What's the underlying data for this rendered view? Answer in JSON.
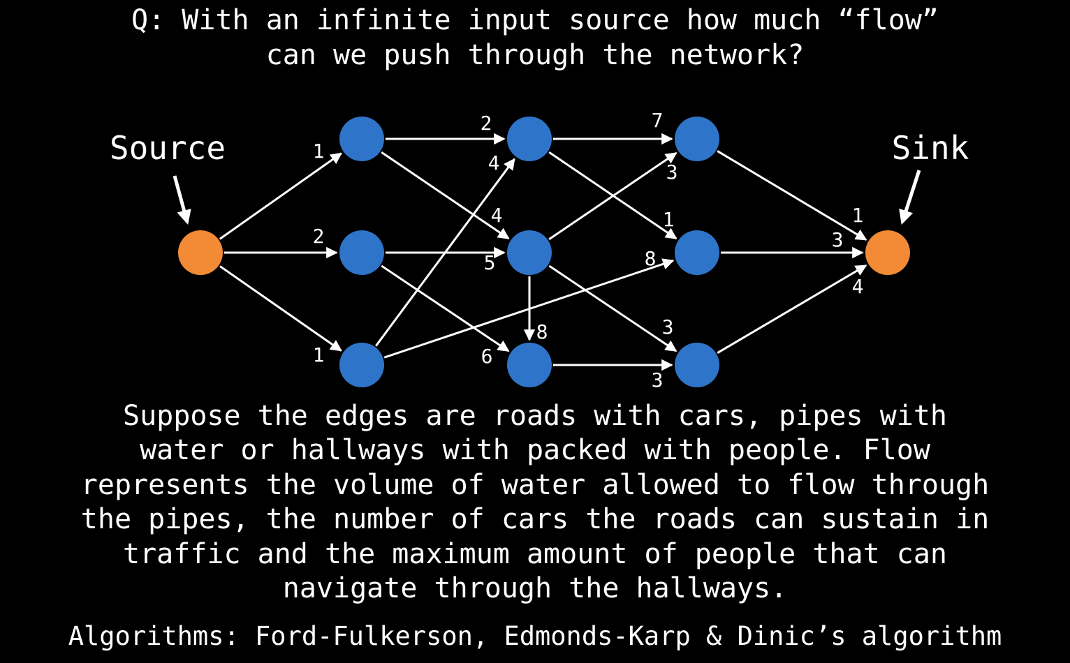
{
  "question": {
    "line1": "Q: With an infinite input source how much “flow”",
    "line2": "can we push through the network?"
  },
  "diagram": {
    "source_label": "Source",
    "sink_label": "Sink",
    "colors": {
      "terminal": "#F28A36",
      "node": "#2E74C9",
      "edge": "#FFFFFF",
      "background": "#000000"
    },
    "nodes": [
      {
        "id": "s",
        "kind": "terminal"
      },
      {
        "id": "a1",
        "kind": "node"
      },
      {
        "id": "a2",
        "kind": "node"
      },
      {
        "id": "a3",
        "kind": "node"
      },
      {
        "id": "b1",
        "kind": "node"
      },
      {
        "id": "b2",
        "kind": "node"
      },
      {
        "id": "b3",
        "kind": "node"
      },
      {
        "id": "c1",
        "kind": "node"
      },
      {
        "id": "c2",
        "kind": "node"
      },
      {
        "id": "c3",
        "kind": "node"
      },
      {
        "id": "t",
        "kind": "terminal"
      }
    ],
    "edges": [
      {
        "from": "s",
        "to": "a1",
        "capacity": "1"
      },
      {
        "from": "s",
        "to": "a2",
        "capacity": "2"
      },
      {
        "from": "s",
        "to": "a3",
        "capacity": "1"
      },
      {
        "from": "a1",
        "to": "b1",
        "capacity": "2"
      },
      {
        "from": "a1",
        "to": "b2",
        "capacity": "4"
      },
      {
        "from": "a2",
        "to": "b2",
        "capacity": "5"
      },
      {
        "from": "a2",
        "to": "b3",
        "capacity": "6"
      },
      {
        "from": "a3",
        "to": "b1",
        "capacity": "4"
      },
      {
        "from": "a3",
        "to": "c2",
        "capacity": "8"
      },
      {
        "from": "b1",
        "to": "c1",
        "capacity": "7"
      },
      {
        "from": "b1",
        "to": "c2",
        "capacity": "1"
      },
      {
        "from": "b2",
        "to": "c1",
        "capacity": "3"
      },
      {
        "from": "b2",
        "to": "b3",
        "capacity": "8"
      },
      {
        "from": "b2",
        "to": "c3",
        "capacity": "3"
      },
      {
        "from": "b3",
        "to": "c3",
        "capacity": "3"
      },
      {
        "from": "c1",
        "to": "t",
        "capacity": "1"
      },
      {
        "from": "c2",
        "to": "t",
        "capacity": "3"
      },
      {
        "from": "c3",
        "to": "t",
        "capacity": "4"
      }
    ]
  },
  "paragraph": {
    "lines": [
      "Suppose the edges are roads with cars, pipes with",
      "water or hallways with packed with people. Flow",
      "represents the volume of water allowed to flow through",
      "the pipes, the number of cars the roads can sustain in",
      "traffic and the maximum amount of people that can",
      "navigate through the hallways."
    ]
  },
  "algorithms": "Algorithms: Ford-Fulkerson, Edmonds-Karp & Dinic’s algorithm"
}
